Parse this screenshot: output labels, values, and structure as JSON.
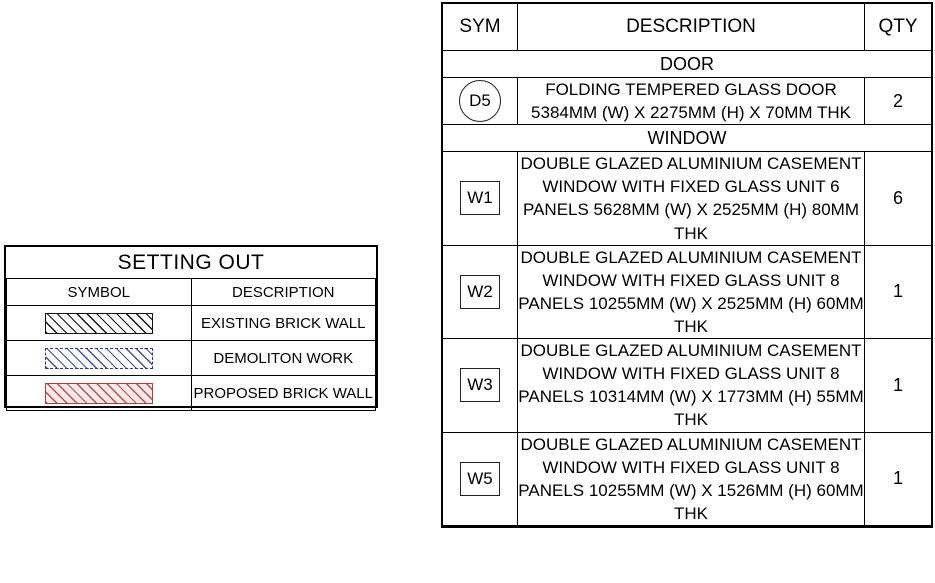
{
  "legend": {
    "title": "SETTING OUT",
    "headers": [
      "SYMBOL",
      "DESCRIPTION"
    ],
    "rows": [
      {
        "swatch": "existing-brick-wall-hatch",
        "description": "EXISTING BRICK WALL",
        "color": "#111111"
      },
      {
        "swatch": "demolition-work-hatch",
        "description": "DEMOLITON WORK",
        "color": "#3c4ea8"
      },
      {
        "swatch": "proposed-brick-wall-hatch",
        "description": "PROPOSED BRICK WALL",
        "color": "#c04a45"
      }
    ]
  },
  "schedule": {
    "headers": [
      "SYM",
      "DESCRIPTION",
      "QTY"
    ],
    "sections": [
      {
        "title": "DOOR",
        "rows": [
          {
            "symbol": "D5",
            "symbol_shape": "circle",
            "description": "FOLDING TEMPERED GLASS DOOR 5384MM (W) X 2275MM (H) X 70MM THK",
            "qty": "2"
          }
        ]
      },
      {
        "title": "WINDOW",
        "rows": [
          {
            "symbol": "W1",
            "symbol_shape": "square",
            "description": "DOUBLE GLAZED ALUMINIUM CASEMENT WINDOW WITH FIXED GLASS UNIT 6 PANELS 5628MM (W) X 2525MM (H) 80MM THK",
            "qty": "6"
          },
          {
            "symbol": "W2",
            "symbol_shape": "square",
            "description": "DOUBLE GLAZED ALUMINIUM CASEMENT WINDOW WITH FIXED GLASS UNIT 8 PANELS 10255MM (W) X 2525MM (H) 60MM THK",
            "qty": "1"
          },
          {
            "symbol": "W3",
            "symbol_shape": "square",
            "description": "DOUBLE GLAZED ALUMINIUM CASEMENT WINDOW WITH FIXED GLASS UNIT 8 PANELS 10314MM (W) X 1773MM (H) 55MM THK",
            "qty": "1"
          },
          {
            "symbol": "W5",
            "symbol_shape": "square",
            "description": "DOUBLE GLAZED ALUMINIUM CASEMENT WINDOW WITH FIXED GLASS UNIT 8 PANELS 10255MM (W) X 1526MM (H) 60MM THK",
            "qty": "1"
          }
        ]
      }
    ]
  }
}
